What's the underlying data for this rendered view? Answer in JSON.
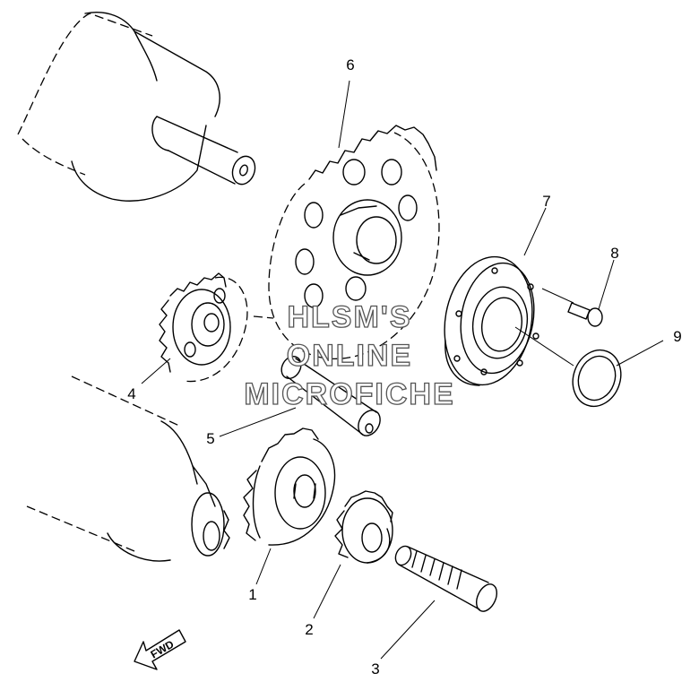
{
  "diagram": {
    "parts": [
      {
        "num": "1"
      },
      {
        "num": "2"
      },
      {
        "num": "3"
      },
      {
        "num": "4"
      },
      {
        "num": "5"
      },
      {
        "num": "6"
      },
      {
        "num": "7"
      },
      {
        "num": "8"
      },
      {
        "num": "9"
      }
    ],
    "watermark": {
      "line1": "HLSM'S",
      "line2": "ONLINE",
      "line3": "MICROFICHE"
    },
    "fwd_label": "FWD"
  }
}
